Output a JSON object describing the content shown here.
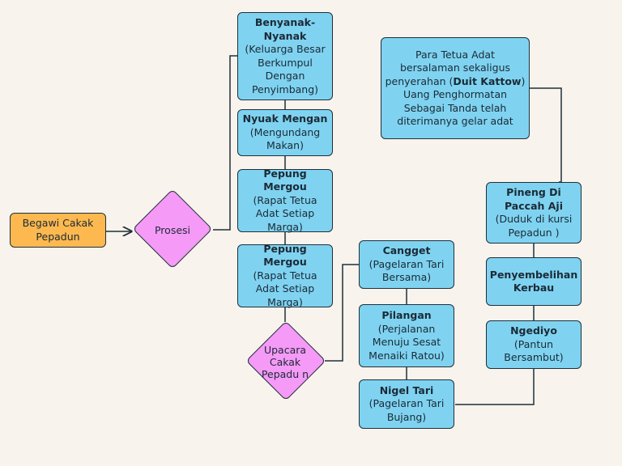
{
  "start": {
    "label": "Begawi Cakak Pepadun"
  },
  "prosesi": {
    "label": "Prosesi"
  },
  "upacara": {
    "label": "Upacara Cakak Pepadu n"
  },
  "steps": [
    {
      "title": "Benyanak-Nyanak",
      "desc": "(Keluarga Besar Berkumpul Dengan Penyimbang)"
    },
    {
      "title": "Nyuak Mengan",
      "desc": "(Mengundang Makan)"
    },
    {
      "title": "Pepung Mergou",
      "desc": "(Rapat Tetua Adat Setiap Marga)"
    },
    {
      "title": "Pepung Mergou",
      "desc": "(Rapat Tetua Adat Setiap Marga)"
    }
  ],
  "upacara_steps": [
    {
      "title": "Cangget",
      "desc": "(Pagelaran Tari Bersama)"
    },
    {
      "title": "Pilangan",
      "desc": "(Perjalanan Menuju Sesat Menaiki Ratou)"
    },
    {
      "title": "Nigel Tari",
      "desc": "(Pagelaran Tari Bujang)"
    }
  ],
  "right_steps": [
    {
      "title": "Ngediyo",
      "desc": "(Pantun Bersambut)"
    },
    {
      "title": "Penyembelihan Kerbau",
      "desc": ""
    },
    {
      "title": "Pineng Di Paccah Aji",
      "desc": "(Duduk di kursi Pepadun )"
    }
  ],
  "final": {
    "text_before": "Para Tetua Adat bersalaman sekaligus penyerahan (",
    "bold": "Duit Kattow",
    "text_after": ") Uang Penghormatan Sebagai Tanda telah diterimanya gelar adat"
  }
}
